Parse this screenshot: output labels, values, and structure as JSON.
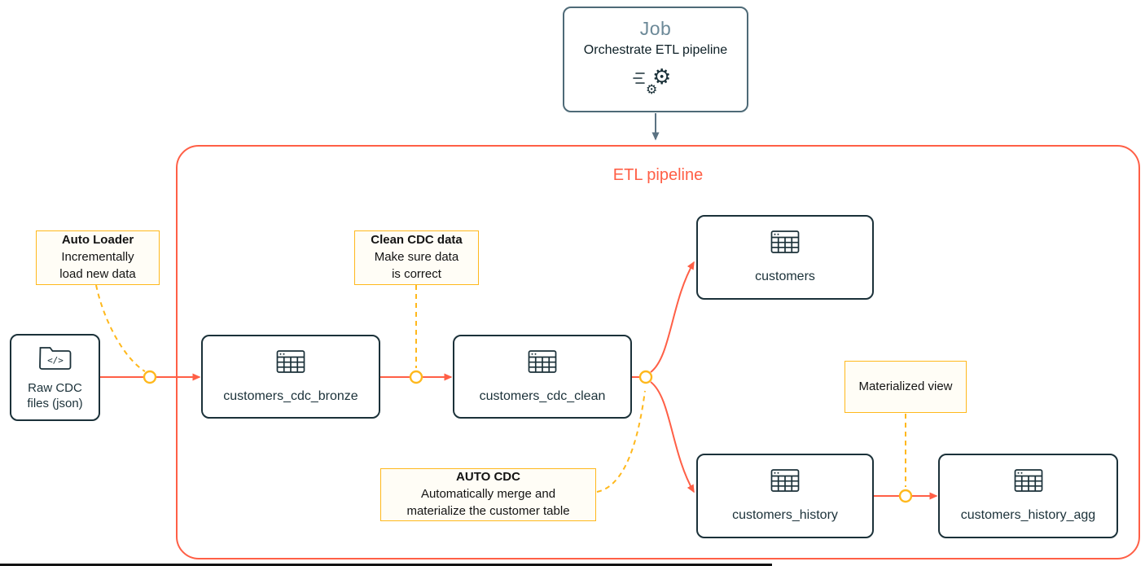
{
  "job": {
    "title": "Job",
    "subtitle": "Orchestrate ETL pipeline"
  },
  "pipeline": {
    "title": "ETL pipeline"
  },
  "source": {
    "label": "Raw CDC\nfiles (json)"
  },
  "nodes": {
    "bronze": {
      "label": "customers_cdc_bronze"
    },
    "clean": {
      "label": "customers_cdc_clean"
    },
    "customers": {
      "label": "customers"
    },
    "history": {
      "label": "customers_history"
    },
    "history_agg": {
      "label": "customers_history_agg"
    }
  },
  "annotations": {
    "auto_loader": {
      "title": "Auto Loader",
      "body": "Incrementally\nload new data"
    },
    "clean_cdc": {
      "title": "Clean CDC data",
      "body": "Make sure data\nis correct"
    },
    "auto_cdc": {
      "title": "AUTO CDC",
      "body": "Automatically merge and\nmaterialize the customer table"
    },
    "materialized_view": {
      "label": "Materialized view"
    }
  },
  "colors": {
    "pipeline_red": "#FF5F46",
    "node_border_dark": "#1B3139",
    "annotation_yellow": "#FFB81C",
    "job_slate": "#5B7282"
  }
}
